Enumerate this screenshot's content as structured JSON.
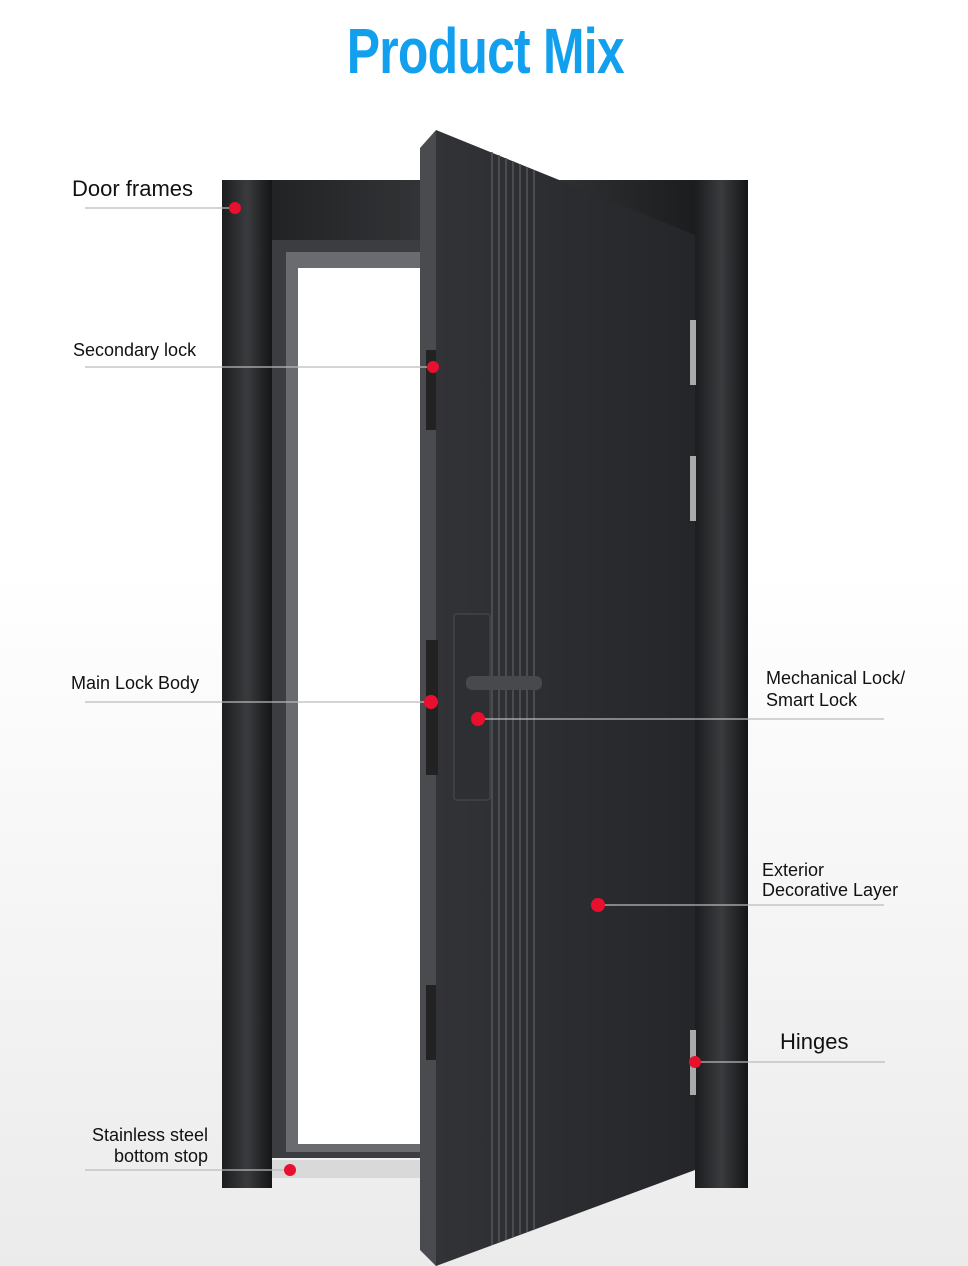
{
  "title": "Product Mix",
  "labels": {
    "door_frames": "Door frames",
    "secondary_lock": "Secondary lock",
    "main_lock_body": "Main Lock Body",
    "mechanical_lock_1": "Mechanical Lock/",
    "mechanical_lock_2": "Smart Lock",
    "exterior_1": "Exterior",
    "exterior_2": "Decorative Layer",
    "hinges": "Hinges",
    "bottom_stop_1": "Stainless steel",
    "bottom_stop_2": "bottom stop"
  },
  "colors": {
    "title": "#12a0ee",
    "marker": "#e8102e",
    "door": "#2a2b2e"
  }
}
